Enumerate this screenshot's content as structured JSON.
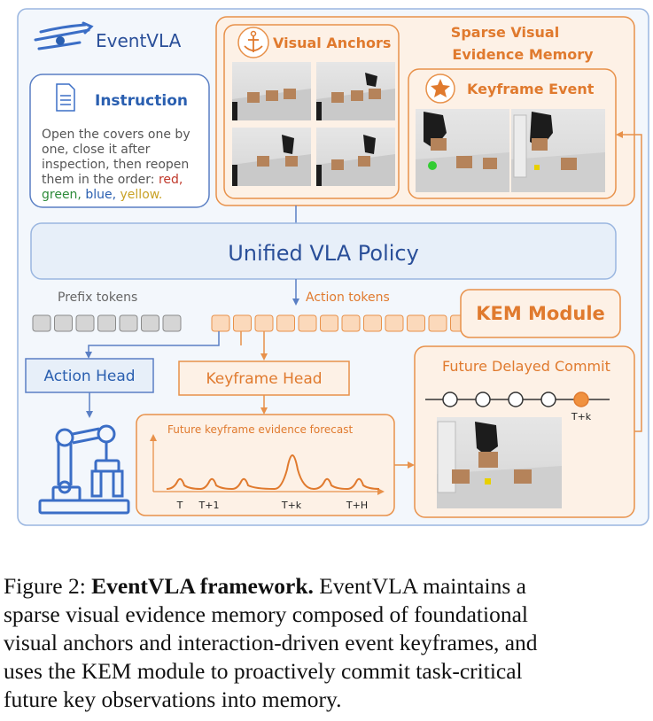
{
  "brand": {
    "name": "EventVLA"
  },
  "instruction": {
    "title": "Instruction",
    "text_lines": [
      "Open the covers one by",
      "one, close it after",
      "inspection, then reopen",
      "them in the order:"
    ],
    "colors": [
      {
        "word": "red,",
        "hex": "#c0392b"
      },
      {
        "word": "green,",
        "hex": "#2e8b3a"
      },
      {
        "word": "blue,",
        "hex": "#2a5fb0"
      },
      {
        "word": "yellow.",
        "hex": "#c9a227"
      }
    ]
  },
  "memory": {
    "title_line1": "Sparse Visual",
    "title_line2": "Evidence Memory",
    "visual_anchors": "Visual Anchors",
    "keyframe_event": "Keyframe Event"
  },
  "policy": {
    "label": "Unified VLA Policy"
  },
  "tokens": {
    "prefix_label": "Prefix tokens",
    "action_label": "Action tokens",
    "prefix_count": 7,
    "action_count": 12
  },
  "kem": {
    "label": "KEM Module"
  },
  "heads": {
    "action": "Action Head",
    "keyframe": "Keyframe Head"
  },
  "forecast": {
    "title": "Future  keyframe evidence forecast",
    "ticks": [
      "T",
      "T+1",
      "T+k",
      "T+H"
    ]
  },
  "commit": {
    "title": "Future Delayed Commit",
    "marker": "T+k",
    "nodes": 5
  },
  "caption": {
    "prefix": "Figure 2: ",
    "bold": "EventVLA framework.",
    "lines": [
      " EventVLA maintains a",
      "sparse visual evidence memory composed of foundational",
      "visual anchors and interaction-driven event keyframes, and",
      "uses the KEM module to proactively commit task-critical",
      "future key observations into memory."
    ]
  },
  "colors": {
    "orange": "#e8914a",
    "orange_fill": "#fdf1e6",
    "blue": "#3b6ec6",
    "blue_fill": "#e7eff9",
    "frame_bg": "#f3f7fc"
  }
}
